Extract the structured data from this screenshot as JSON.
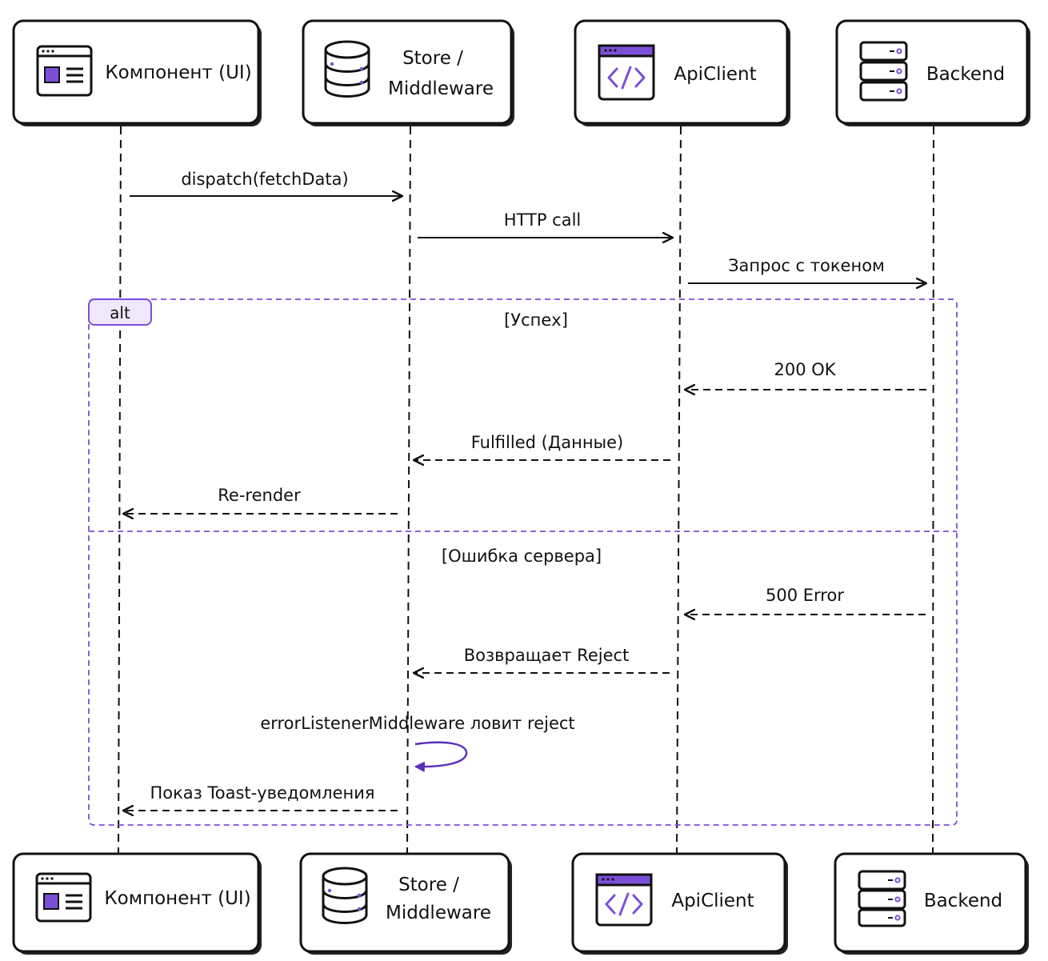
{
  "participants": [
    {
      "id": "ui",
      "label": "Компонент (UI)",
      "icon": "ui-window-icon"
    },
    {
      "id": "store",
      "label_lines": [
        "Store /",
        "Middleware"
      ],
      "icon": "database-icon"
    },
    {
      "id": "api",
      "label": "ApiClient",
      "icon": "code-window-icon"
    },
    {
      "id": "backend",
      "label": "Backend",
      "icon": "server-stack-icon"
    }
  ],
  "messages": [
    {
      "from": "ui",
      "to": "store",
      "label": "dispatch(fetchData)",
      "style": "solid"
    },
    {
      "from": "store",
      "to": "api",
      "label": "HTTP call",
      "style": "solid"
    },
    {
      "from": "api",
      "to": "backend",
      "label": "Запрос с токеном",
      "style": "solid"
    }
  ],
  "alt": {
    "tag": "alt",
    "sections": [
      {
        "guard": "[Успех]",
        "messages": [
          {
            "from": "backend",
            "to": "api",
            "label": "200 OK",
            "style": "dashed"
          },
          {
            "from": "api",
            "to": "store",
            "label": "Fulfilled (Данные)",
            "style": "dashed"
          },
          {
            "from": "store",
            "to": "ui",
            "label": "Re-render",
            "style": "dashed"
          }
        ]
      },
      {
        "guard": "[Ошибка сервера]",
        "messages": [
          {
            "from": "backend",
            "to": "api",
            "label": "500 Error",
            "style": "dashed"
          },
          {
            "from": "api",
            "to": "store",
            "label": "Возвращает Reject",
            "style": "dashed"
          },
          {
            "from": "store",
            "to": "store",
            "label": "errorListenerMiddleware ловит reject",
            "style": "self"
          },
          {
            "from": "store",
            "to": "ui",
            "label": "Показ Toast-уведомления",
            "style": "dashed"
          }
        ]
      }
    ]
  },
  "colors": {
    "accent": "#7b4fd8",
    "accent_fill": "#efe7fb",
    "ink": "#111111"
  }
}
